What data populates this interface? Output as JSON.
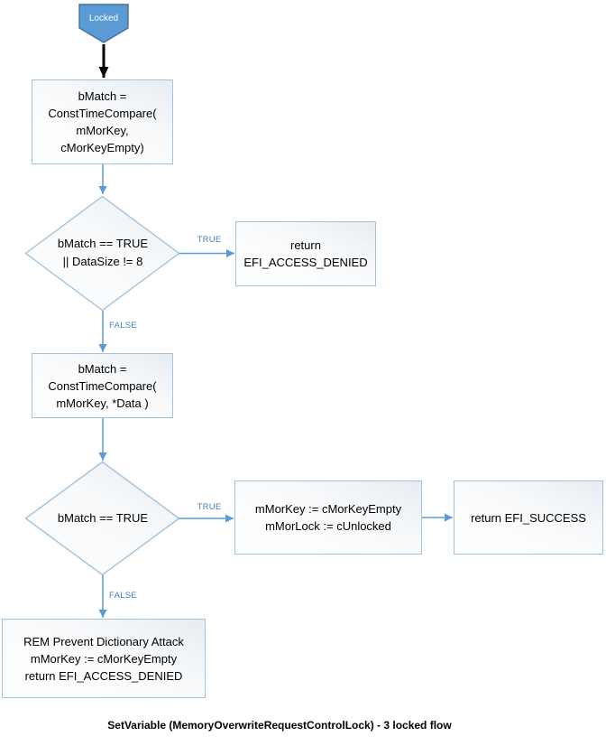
{
  "diagram": {
    "caption": "SetVariable (MemoryOverwriteRequestControlLock) - 3 locked flow",
    "start": {
      "label": "Locked"
    },
    "nodes": {
      "compare_empty": "bMatch =\nConstTimeCompare(\nmMorKey,\ncMorKeyEmpty)",
      "decision_match_or_size": "bMatch == TRUE\n|| DataSize != 8",
      "return_access_denied": "return\nEFI_ACCESS_DENIED",
      "compare_data": "bMatch =\nConstTimeCompare(\nmMorKey, *Data )",
      "decision_match": "bMatch == TRUE",
      "set_unlocked": "mMorKey := cMorKeyEmpty\nmMorLock := cUnlocked",
      "return_success": "return EFI_SUCCESS",
      "prevent_dictionary": "REM Prevent Dictionary Attack\nmMorKey := cMorKeyEmpty\nreturn EFI_ACCESS_DENIED"
    },
    "edge_labels": {
      "true1": "TRUE",
      "false1": "FALSE",
      "true2": "TRUE",
      "false2": "FALSE"
    },
    "colors": {
      "start_fill": "#5b9bd5",
      "start_border": "#41719c",
      "shape_border": "#a3c2dc",
      "connector": "#5b9bd5",
      "edge_label_text": "#4a7ebb",
      "start_arrow": "#000000"
    }
  }
}
